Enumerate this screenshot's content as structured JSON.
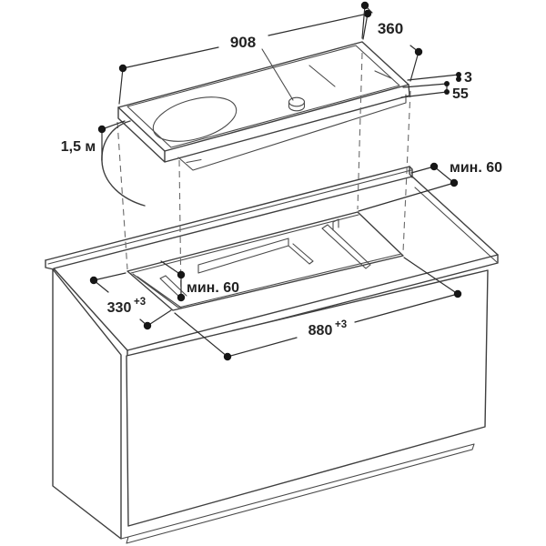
{
  "page": {
    "background": "#ffffff"
  },
  "diagram": {
    "stroke_color": "#3f3f3f",
    "text_color": "#222222",
    "labels": {
      "cooktop_width": "908",
      "cooktop_depth": "360",
      "rim_height": "3",
      "built_in_depth": "55",
      "power_cord_length": "1,5 м",
      "min_rear_clearance": "мин. 60",
      "min_inner_clearance": "мин. 60",
      "cutout_depth": "330",
      "cutout_depth_tolerance": "+3",
      "cutout_width": "880",
      "cutout_width_tolerance": "+3"
    }
  }
}
